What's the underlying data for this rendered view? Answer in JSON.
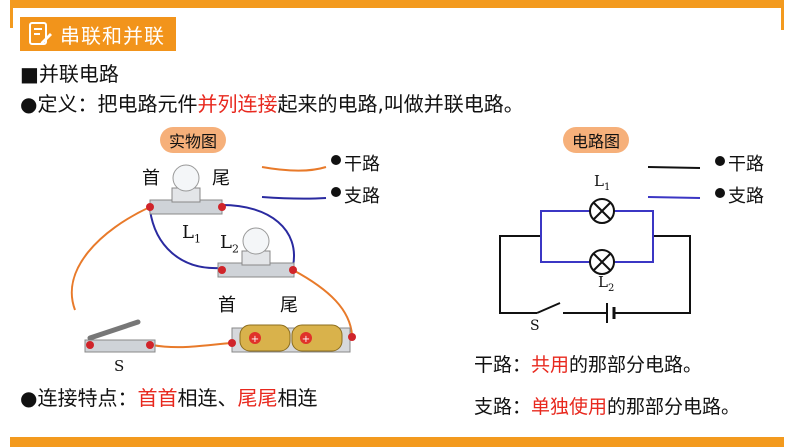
{
  "header": {
    "title": "串联和并联",
    "icon": "document-edit-icon"
  },
  "section_heading": "■并联电路",
  "definition": {
    "bullet": "●",
    "prefix": "定义：把电路元件",
    "highlight": "并列连接",
    "suffix": "起来的电路,叫做并联电路。"
  },
  "physical_diagram": {
    "badge": "实物图",
    "head_top": "首",
    "tail_top": "尾",
    "head_bottom": "首",
    "tail_bottom": "尾",
    "L1_main": "L",
    "L1_sub": "1",
    "L2_main": "L",
    "L2_sub": "2",
    "switch": "S",
    "legend_main": "干路",
    "legend_branch": "支路"
  },
  "circuit_diagram": {
    "badge": "电路图",
    "L1_main": "L",
    "L1_sub": "1",
    "L2_main": "L",
    "L2_sub": "2",
    "switch": "S",
    "legend_main": "干路",
    "legend_branch": "支路"
  },
  "connection_feature": {
    "bullet": "●",
    "prefix": "连接特点：",
    "highlight1": "首首",
    "mid": "相连、",
    "highlight2": "尾尾",
    "suffix": "相连"
  },
  "main_def": {
    "prefix": "干路：",
    "highlight": "共用",
    "suffix": "的那部分电路。"
  },
  "branch_def": {
    "prefix": "支路：",
    "highlight": "单独使用",
    "suffix": "的那部分电路。"
  },
  "colors": {
    "accent": "#f2941b",
    "main_wire": "#e87a2a",
    "branch_wire": "#2a2aa0",
    "highlight": "#e8281e"
  }
}
